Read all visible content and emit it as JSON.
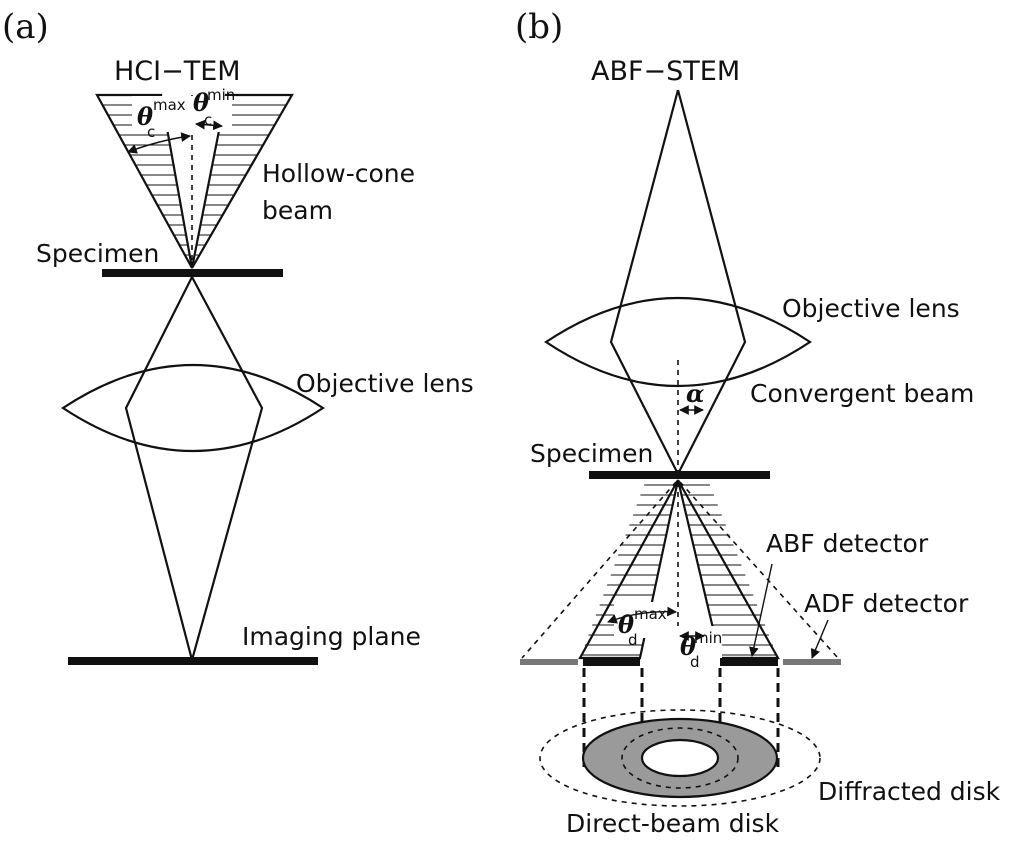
{
  "panel_a": {
    "tag": "(a)",
    "title": "HCI−TEM",
    "theta_max_sym": "θ",
    "theta_max_sup": "max",
    "theta_max_sub": "c",
    "theta_min_sym": "θ",
    "theta_min_sup": "min",
    "theta_min_sub": "c",
    "hollow_cone_line1": "Hollow-cone",
    "hollow_cone_line2": "beam",
    "specimen": "Specimen",
    "objective_lens": "Objective lens",
    "imaging_plane": "Imaging plane"
  },
  "panel_b": {
    "tag": "(b)",
    "title": "ABF−STEM",
    "objective_lens": "Objective lens",
    "alpha": "α",
    "convergent_beam": "Convergent beam",
    "specimen": "Specimen",
    "abf_detector": "ABF detector",
    "adf_detector": "ADF detector",
    "theta_max_sym": "θ",
    "theta_max_sup": "max",
    "theta_max_sub": "d",
    "theta_min_sym": "θ",
    "theta_min_sup": "min",
    "theta_min_sub": "d",
    "diffracted_disk": "Diffracted disk",
    "direct_beam_disk": "Direct-beam disk"
  }
}
